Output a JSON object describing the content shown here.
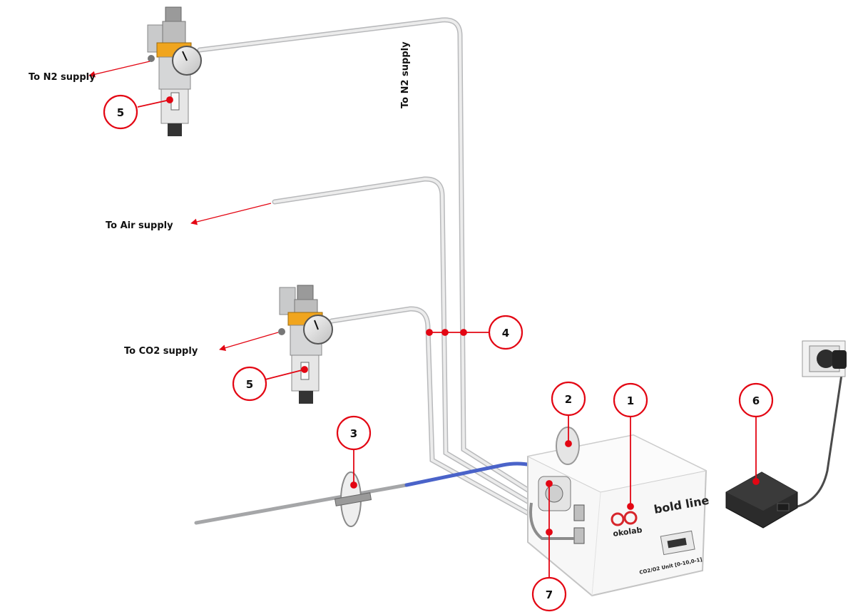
{
  "labels": {
    "n2_supply_left": "To N2 supply",
    "n2_supply_vertical": "To N2 supply",
    "air_supply": "To Air supply",
    "co2_supply": "To CO2 supply"
  },
  "callouts": {
    "c1": "1",
    "c2": "2",
    "c3": "3",
    "c4": "4",
    "c5_top": "5",
    "c5_mid": "5",
    "c6": "6",
    "c7": "7"
  },
  "device": {
    "brand": "okolab",
    "model": "bold line",
    "unit_label": "CO2/O2 Unit [0-10,0-1]"
  },
  "colors": {
    "callout_red": "#e30613",
    "tube_gray": "#d9dadb",
    "tube_blue": "#4a63c9",
    "brand_red": "#d7262c"
  }
}
